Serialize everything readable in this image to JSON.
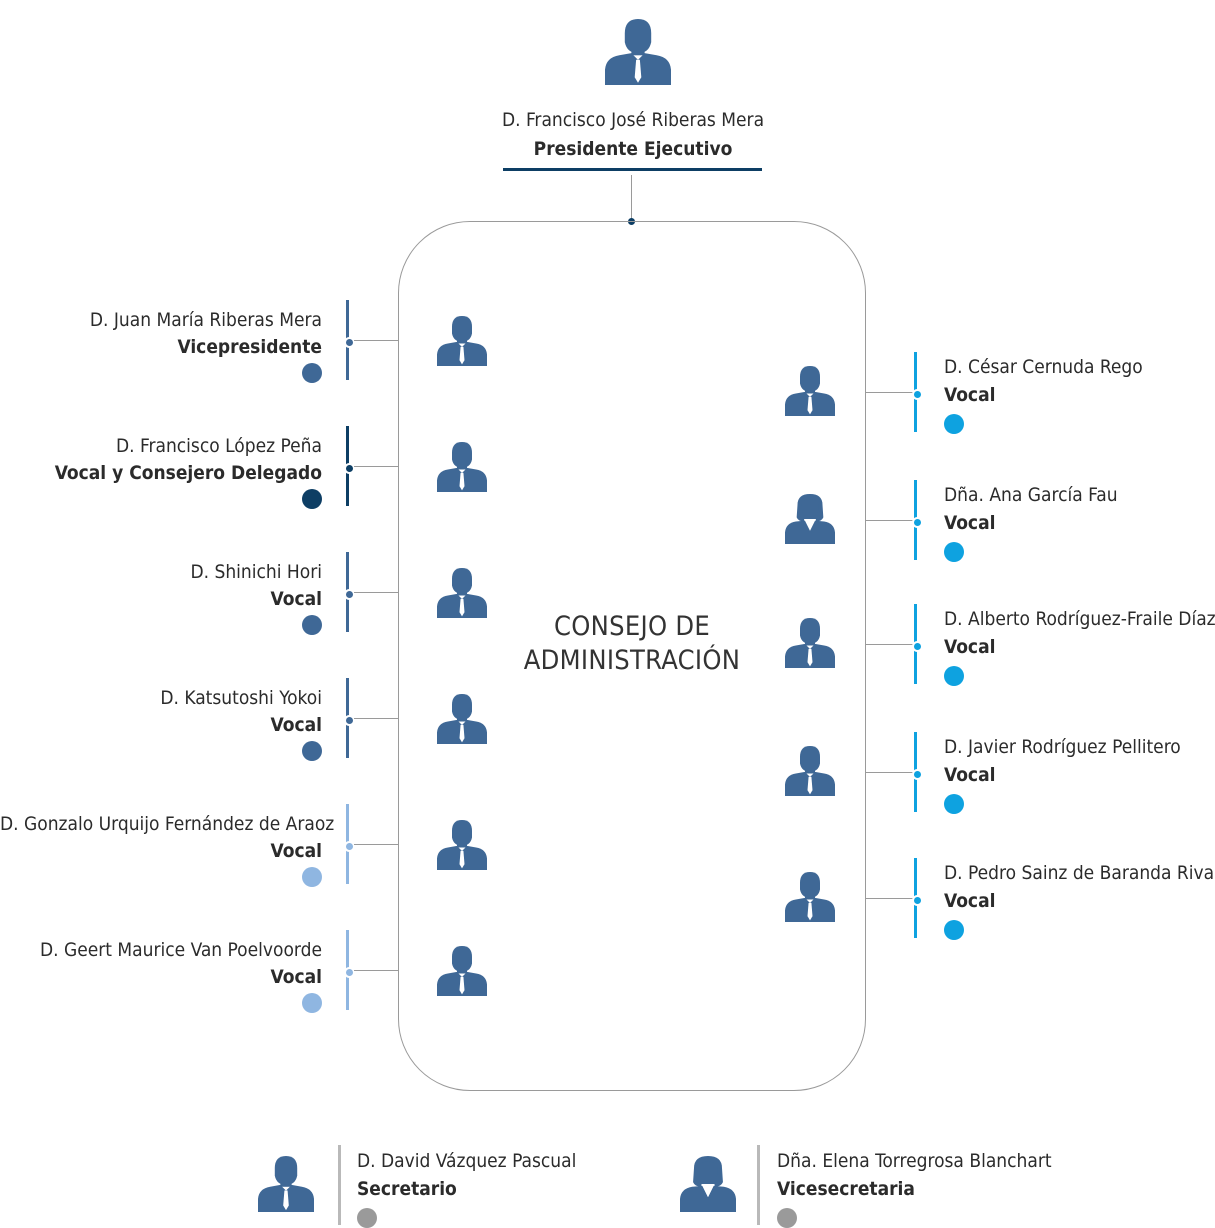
{
  "colors": {
    "dark_blue": "#0d3e64",
    "medium_blue": "#3f6896",
    "light_blue": "#8fb6e1",
    "cyan": "#0ea2e0",
    "gray": "#9a9a9a",
    "icon": "#3f6896"
  },
  "president": {
    "name": "D. Francisco José Riberas Mera",
    "role": "Presidente Ejecutivo",
    "icon": "man-icon"
  },
  "board": {
    "title_line1": "CONSEJO DE",
    "title_line2": "ADMINISTRACIÓN"
  },
  "left_members": [
    {
      "name": "D. Juan María Riberas Mera",
      "role": "Vicepresidente",
      "color": "#3f6896",
      "icon": "man-icon"
    },
    {
      "name": "D. Francisco López Peña",
      "role": "Vocal y Consejero Delegado",
      "color": "#0d3e64",
      "icon": "man-icon"
    },
    {
      "name": "D. Shinichi Hori",
      "role": "Vocal",
      "color": "#3f6896",
      "icon": "man-icon"
    },
    {
      "name": "D. Katsutoshi Yokoi",
      "role": "Vocal",
      "color": "#3f6896",
      "icon": "man-icon"
    },
    {
      "name": "D. Gonzalo Urquijo Fernández de Araoz",
      "role": "Vocal",
      "color": "#8fb6e1",
      "icon": "man-icon"
    },
    {
      "name": "D. Geert Maurice Van Poelvoorde",
      "role": "Vocal",
      "color": "#8fb6e1",
      "icon": "man-icon"
    }
  ],
  "right_members": [
    {
      "name": "D. César Cernuda Rego",
      "role": "Vocal",
      "color": "#0ea2e0",
      "icon": "man-icon"
    },
    {
      "name": "Dña. Ana García Fau",
      "role": "Vocal",
      "color": "#0ea2e0",
      "icon": "woman-icon"
    },
    {
      "name": "D. Alberto Rodríguez-Fraile Díaz",
      "role": "Vocal",
      "color": "#0ea2e0",
      "icon": "man-icon"
    },
    {
      "name": "D. Javier Rodríguez Pellitero",
      "role": "Vocal",
      "color": "#0ea2e0",
      "icon": "man-icon"
    },
    {
      "name": "D. Pedro Sainz de Baranda Riva",
      "role": "Vocal",
      "color": "#0ea2e0",
      "icon": "man-icon"
    }
  ],
  "secretaries": [
    {
      "name": "D. David Vázquez Pascual",
      "role": "Secretario",
      "color": "#9a9a9a",
      "icon": "man-icon"
    },
    {
      "name": "Dña. Elena Torregrosa Blanchart",
      "role": "Vicesecretaria",
      "color": "#9a9a9a",
      "icon": "woman-icon"
    }
  ]
}
